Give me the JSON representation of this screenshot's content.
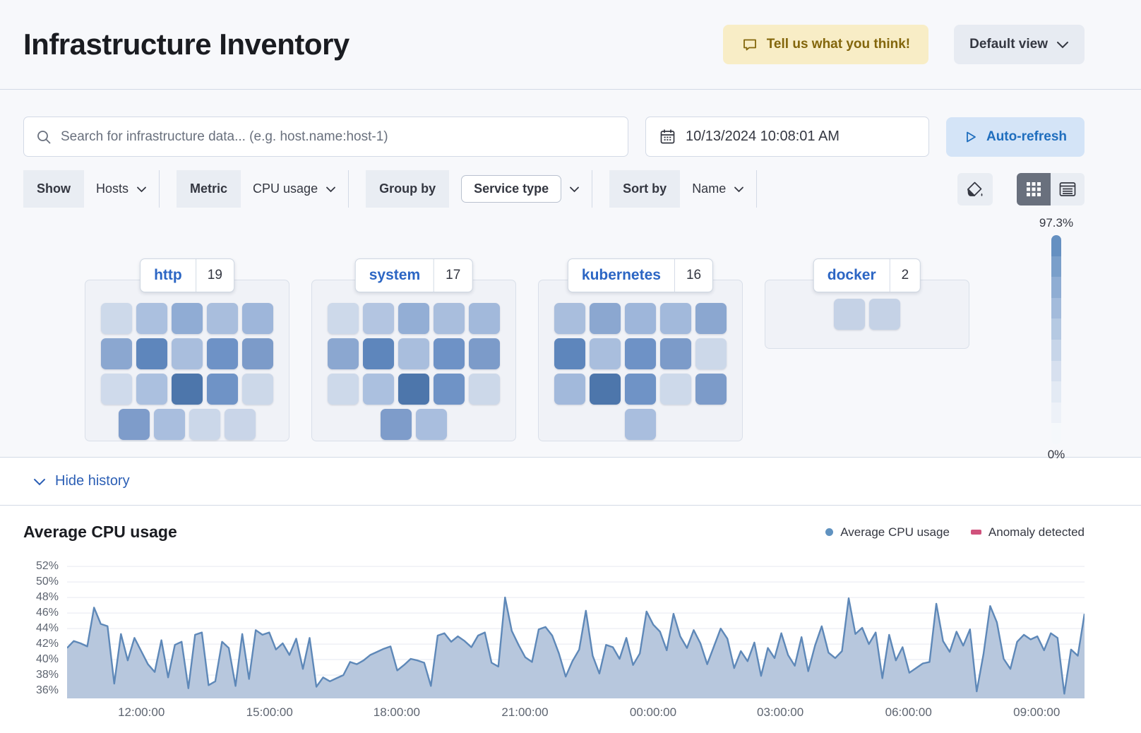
{
  "header": {
    "title": "Infrastructure Inventory",
    "feedback_label": "Tell us what you think!",
    "view_selector_label": "Default view"
  },
  "toolbar": {
    "search_placeholder": "Search for infrastructure data... (e.g. host.name:host-1)",
    "datetime": "10/13/2024 10:08:01 AM",
    "auto_refresh_label": "Auto-refresh"
  },
  "filters": {
    "show": {
      "label": "Show",
      "value": "Hosts"
    },
    "metric": {
      "label": "Metric",
      "value": "CPU usage"
    },
    "group_by": {
      "label": "Group by",
      "value": "Service type"
    },
    "sort_by": {
      "label": "Sort by",
      "value": "Name"
    }
  },
  "icons": {
    "search": "magnifier",
    "date": "calendar",
    "auto_refresh": "play-outline",
    "feedback": "speech-bubble",
    "dropdowns": "chevron-down",
    "color_fill": "paint-bucket",
    "view_grid": "grid",
    "view_table": "table",
    "history": "chevron-down"
  },
  "waffle": {
    "legend": {
      "max_label": "97.3%",
      "min_label": "0%",
      "steps": [
        "#6590c1",
        "#7a9fca",
        "#8fadd3",
        "#a3bbdb",
        "#b5c9e2",
        "#c7d5e9",
        "#d7e0ef",
        "#e3eaf4",
        "#edf1f8",
        "#f5f8fb"
      ]
    },
    "groups": [
      {
        "name": "http",
        "count": 19,
        "rows": [
          [
            "#cdd9ea",
            "#abc0df",
            "#90acd4",
            "#a9bedd",
            "#9eb6da"
          ],
          [
            "#8ba7d0",
            "#5e86bc",
            "#a9bedd",
            "#6e92c6",
            "#7c9bc9"
          ],
          [
            "#cfdaeb",
            "#abc0df",
            "#4d76ab",
            "#6f93c6",
            "#ccd8e9"
          ],
          [
            "#7e9cca",
            "#a9bede",
            "#cbd7e9",
            "#c9d5e8"
          ]
        ]
      },
      {
        "name": "system",
        "count": 17,
        "rows": [
          [
            "#cdd9ea",
            "#b3c5e1",
            "#93aed5",
            "#a9bedd",
            "#a2b9db"
          ],
          [
            "#8ba7d0",
            "#5e86bc",
            "#a9bedd",
            "#6e92c6",
            "#7c9bc9"
          ],
          [
            "#cdd9ea",
            "#abc0df",
            "#4d76ab",
            "#6f93c6",
            "#ccd8e9"
          ],
          [
            "#7e9cca",
            "#a9bede"
          ]
        ]
      },
      {
        "name": "kubernetes",
        "count": 16,
        "rows": [
          [
            "#a9bedd",
            "#8ba7d0",
            "#9eb6da",
            "#a2b9db",
            "#8ba7d0"
          ],
          [
            "#5e86bc",
            "#a9bedd",
            "#6e92c6",
            "#7c9bc9",
            "#ccd8e9"
          ],
          [
            "#a2b9db",
            "#4d76ab",
            "#6f93c6",
            "#cdd9ea",
            "#7c9bc9"
          ],
          [
            "#a9bede"
          ]
        ]
      },
      {
        "name": "docker",
        "count": 2,
        "rows": [
          [
            "#c5d2e6",
            "#c5d2e6"
          ]
        ]
      }
    ]
  },
  "history": {
    "toggle_label": "Hide history"
  },
  "chart_data": {
    "type": "area",
    "title": "Average CPU usage",
    "legend": [
      {
        "label": "Average CPU usage",
        "swatch": "#6092c0",
        "shape": "dot"
      },
      {
        "label": "Anomaly detected",
        "swatch": "#d0527c",
        "shape": "bar"
      }
    ],
    "grid": true,
    "legend_position": "top-right",
    "ylim": [
      35.0,
      53.2
    ],
    "y_ticks": [
      36,
      38,
      40,
      42,
      44,
      46,
      48,
      50,
      52
    ],
    "y_tick_suffix": "%",
    "x_tick_labels": [
      "12:00:00",
      "15:00:00",
      "18:00:00",
      "21:00:00",
      "00:00:00",
      "03:00:00",
      "06:00:00",
      "09:00:00"
    ],
    "x_tick_fracs": [
      0.073,
      0.199,
      0.324,
      0.45,
      0.576,
      0.701,
      0.827,
      0.953
    ],
    "line_color": "#5e88b8",
    "fill_color": "#b7c7dd",
    "series": [
      {
        "name": "Average CPU usage",
        "unit": "%",
        "values": [
          41.5,
          42.4,
          42.1,
          41.7,
          46.7,
          44.6,
          44.3,
          36.9,
          43.3,
          39.9,
          42.8,
          41.1,
          39.4,
          38.4,
          42.5,
          37.7,
          41.9,
          42.3,
          36.3,
          43.2,
          43.5,
          36.7,
          37.2,
          42.3,
          41.5,
          36.6,
          43.3,
          37.5,
          43.8,
          43.2,
          43.5,
          41.3,
          42.1,
          40.6,
          42.7,
          38.8,
          42.8,
          36.5,
          37.7,
          37.2,
          37.6,
          38.0,
          39.7,
          39.4,
          39.9,
          40.6,
          41.0,
          41.4,
          41.7,
          38.6,
          39.3,
          40.1,
          39.9,
          39.6,
          36.6,
          43.1,
          43.4,
          42.3,
          43.0,
          42.4,
          41.6,
          43.1,
          43.5,
          39.6,
          39.1,
          48.0,
          43.7,
          41.9,
          40.3,
          39.7,
          43.9,
          44.2,
          43.1,
          40.8,
          37.8,
          39.8,
          41.3,
          46.3,
          40.5,
          38.2,
          41.9,
          41.6,
          40.1,
          42.8,
          39.3,
          40.8,
          46.2,
          44.5,
          43.6,
          41.2,
          45.9,
          43.0,
          41.5,
          43.8,
          42.1,
          39.4,
          41.7,
          44.0,
          42.7,
          38.9,
          41.1,
          39.8,
          42.2,
          37.9,
          41.5,
          40.2,
          43.4,
          40.6,
          39.2,
          42.9,
          38.5,
          41.8,
          44.3,
          40.9,
          40.2,
          41.1,
          47.9,
          43.3,
          44.1,
          42.0,
          43.5,
          37.6,
          43.2,
          39.9,
          41.6,
          38.3,
          38.9,
          39.5,
          39.7,
          47.2,
          42.4,
          41.0,
          43.6,
          41.8,
          43.9,
          35.9,
          40.7,
          46.9,
          44.8,
          40.1,
          38.8,
          42.3,
          43.2,
          42.6,
          43.0,
          41.2,
          43.4,
          42.8,
          35.6,
          41.3,
          40.5,
          45.9
        ]
      }
    ]
  }
}
